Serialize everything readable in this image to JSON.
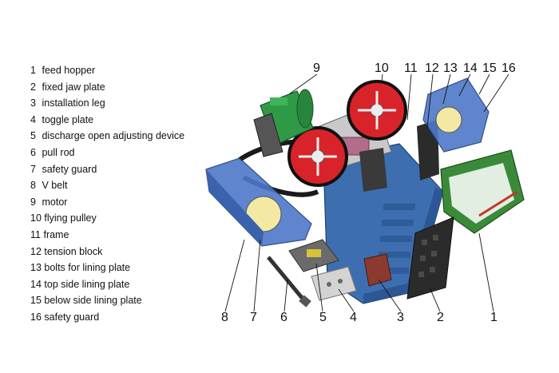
{
  "legend": [
    {
      "num": "1",
      "label": "feed hopper"
    },
    {
      "num": "2",
      "label": "fixed jaw plate"
    },
    {
      "num": "3",
      "label": "installation leg"
    },
    {
      "num": "4",
      "label": "toggle plate"
    },
    {
      "num": "5",
      "label": "discharge open adjusting device"
    },
    {
      "num": "6",
      "label": "pull rod"
    },
    {
      "num": "7",
      "label": "safety guard"
    },
    {
      "num": "8",
      "label": "V belt"
    },
    {
      "num": "9",
      "label": "motor"
    },
    {
      "num": "10",
      "label": "flying pulley"
    },
    {
      "num": "11",
      "label": "frame"
    },
    {
      "num": "12",
      "label": "tension block"
    },
    {
      "num": "13",
      "label": "bolts for lining plate"
    },
    {
      "num": "14",
      "label": "top side lining plate"
    },
    {
      "num": "15",
      "label": "below side lining plate"
    },
    {
      "num": "16",
      "label": "safety guard"
    }
  ],
  "callouts": {
    "c1": "1",
    "c2": "2",
    "c3": "3",
    "c4": "4",
    "c5": "5",
    "c6": "6",
    "c7": "7",
    "c8": "8",
    "c9": "9",
    "c10": "10",
    "c11": "11",
    "c12": "12",
    "c13": "13",
    "c14": "14",
    "c15": "15",
    "c16": "16"
  },
  "colors": {
    "frame_blue": "#3d6fb0",
    "pulley_red": "#d8232a",
    "motor_green": "#2f9a46",
    "guard_blue": "#4d78c8",
    "hopper_green": "#3a8a3a",
    "plate_dark": "#2b2b2b"
  }
}
